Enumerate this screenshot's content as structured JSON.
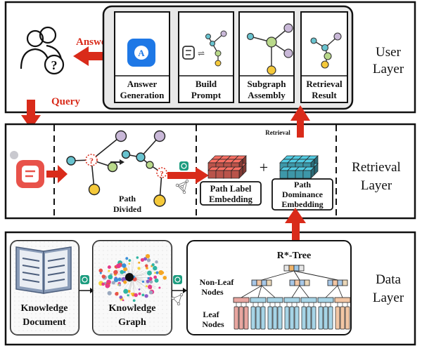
{
  "layers": {
    "user": "User Layer",
    "user_line1": "User",
    "user_line2": "Layer",
    "retrieval_line1": "Retrieval",
    "retrieval_line2": "Layer",
    "data_line1": "Data",
    "data_line2": "Layer"
  },
  "user_layer": {
    "answer_label": "Answer",
    "query_label": "Query",
    "cards": [
      {
        "line1": "Answer",
        "line2": "Generation"
      },
      {
        "line1": "Build",
        "line2": "Prompt"
      },
      {
        "line1": "Subgraph",
        "line2": "Assembly"
      },
      {
        "line1": "Retrieval",
        "line2": "Result"
      }
    ]
  },
  "retrieval_layer": {
    "path_line1": "Path",
    "path_line2": "Divided",
    "retrieval_small": "Retrieval",
    "plus": "+",
    "label_embed_line1": "Path Label",
    "label_embed_line2": "Embedding",
    "dom_embed_line1": "Path",
    "dom_embed_line2": "Dominance",
    "dom_embed_line3": "Embedding"
  },
  "data_layer": {
    "doc_line1": "Knowledge",
    "doc_line2": "Document",
    "graph_line1": "Knowledge",
    "graph_line2": "Graph",
    "rtree_title": "R*-Tree",
    "nonleaf_line1": "Non-Leaf",
    "nonleaf_line2": "Nodes",
    "leaf_line1": "Leaf",
    "leaf_line2": "Nodes"
  },
  "colors": {
    "arrow_red": "#d92b1a",
    "node_purple": "#c9b8d8",
    "node_green": "#b9d98a",
    "node_yellow": "#f5c93a",
    "node_teal": "#68c3cf",
    "embed_red": "#b9534a",
    "embed_teal": "#3d97a8",
    "openai_green": "#1c9c7f",
    "app_blue": "#1e78e6"
  }
}
